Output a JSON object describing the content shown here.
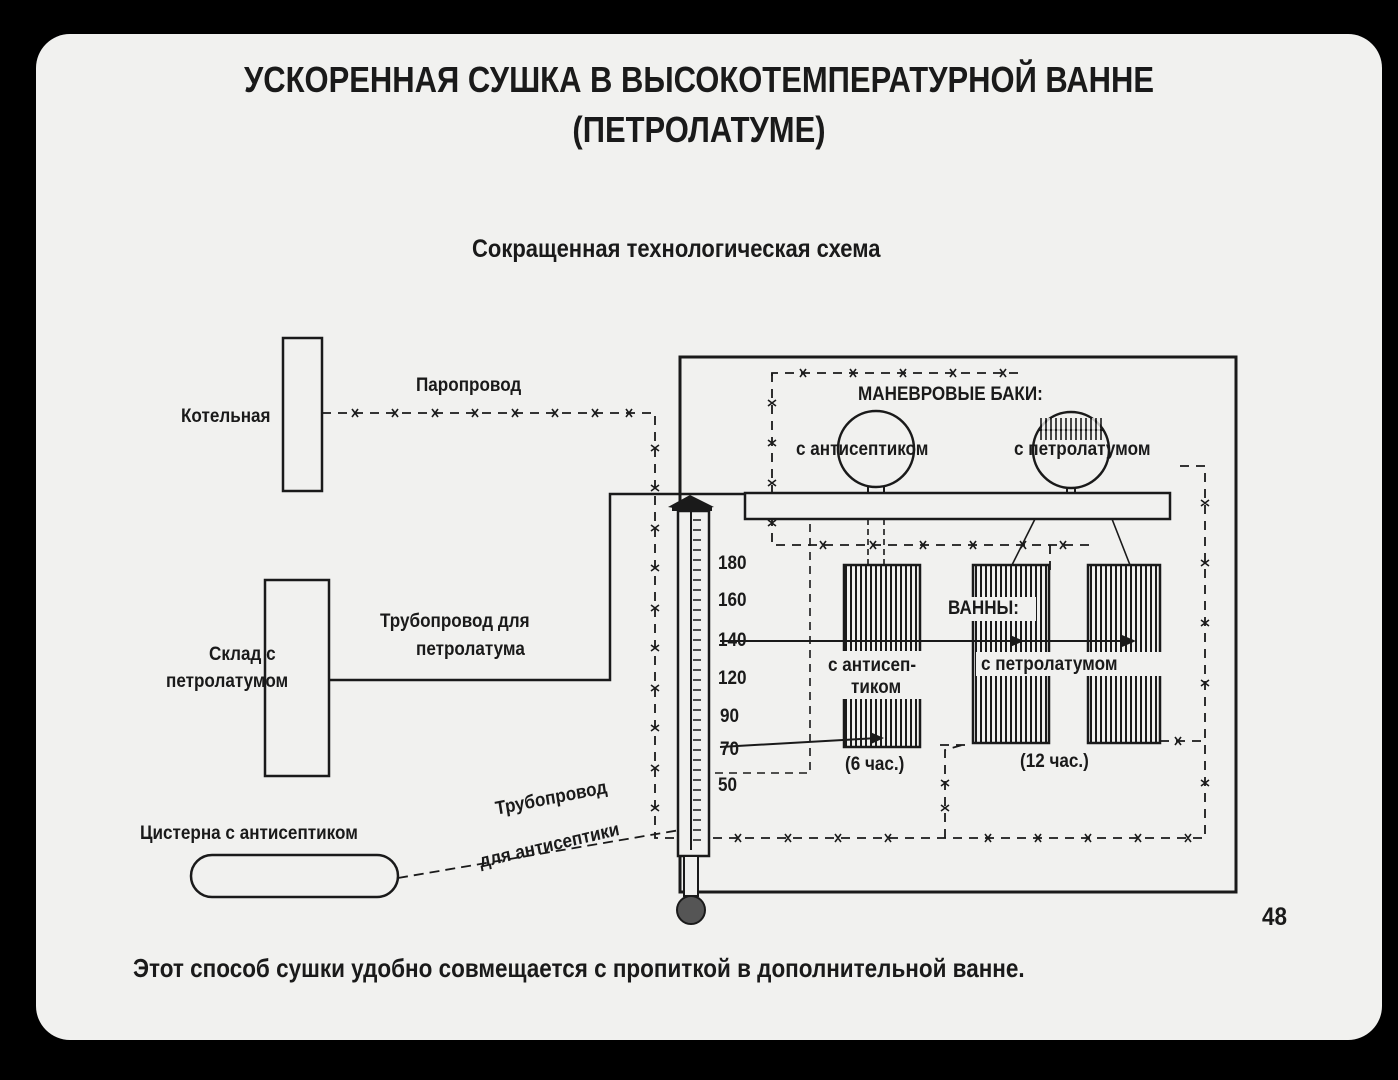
{
  "title_line1": "УСКОРЕННАЯ СУШКА В ВЫСОКОТЕМПЕРАТУРНОЙ ВАННЕ",
  "title_line2": "(ПЕТРОЛАТУМЕ)",
  "subtitle": "Сокращенная технологическая схема",
  "labels": {
    "boiler": "Котельная",
    "steam_pipe": "Паропровод",
    "storage_line1": "Склад с",
    "storage_line2": "петролатумом",
    "petrolatum_pipe_line1": "Трубопровод для",
    "petrolatum_pipe_line2": "петролатума",
    "cistern": "Цистерна с антисептиком",
    "antiseptic_pipe_line1": "Трубопровод",
    "antiseptic_pipe_line2": "для антисептики",
    "maneuver_tanks": "МАНЕВРОВЫЕ БАКИ:",
    "tank_antiseptic": "с антисептиком",
    "tank_petrolatum": "с петролатумом",
    "baths": "ВАННЫ:",
    "bath_antiseptic_line1": "с антисеп-",
    "bath_antiseptic_line2": "тиком",
    "bath_petrolatum": "с петролатумом",
    "time_6": "(6 час.)",
    "time_12": "(12 час.)"
  },
  "thermometer_scale": [
    "180",
    "160",
    "140",
    "120",
    "90",
    "70",
    "50"
  ],
  "page_number": "48",
  "caption": "Этот способ сушки удобно совмещается с пропиткой в дополнительной ванне."
}
